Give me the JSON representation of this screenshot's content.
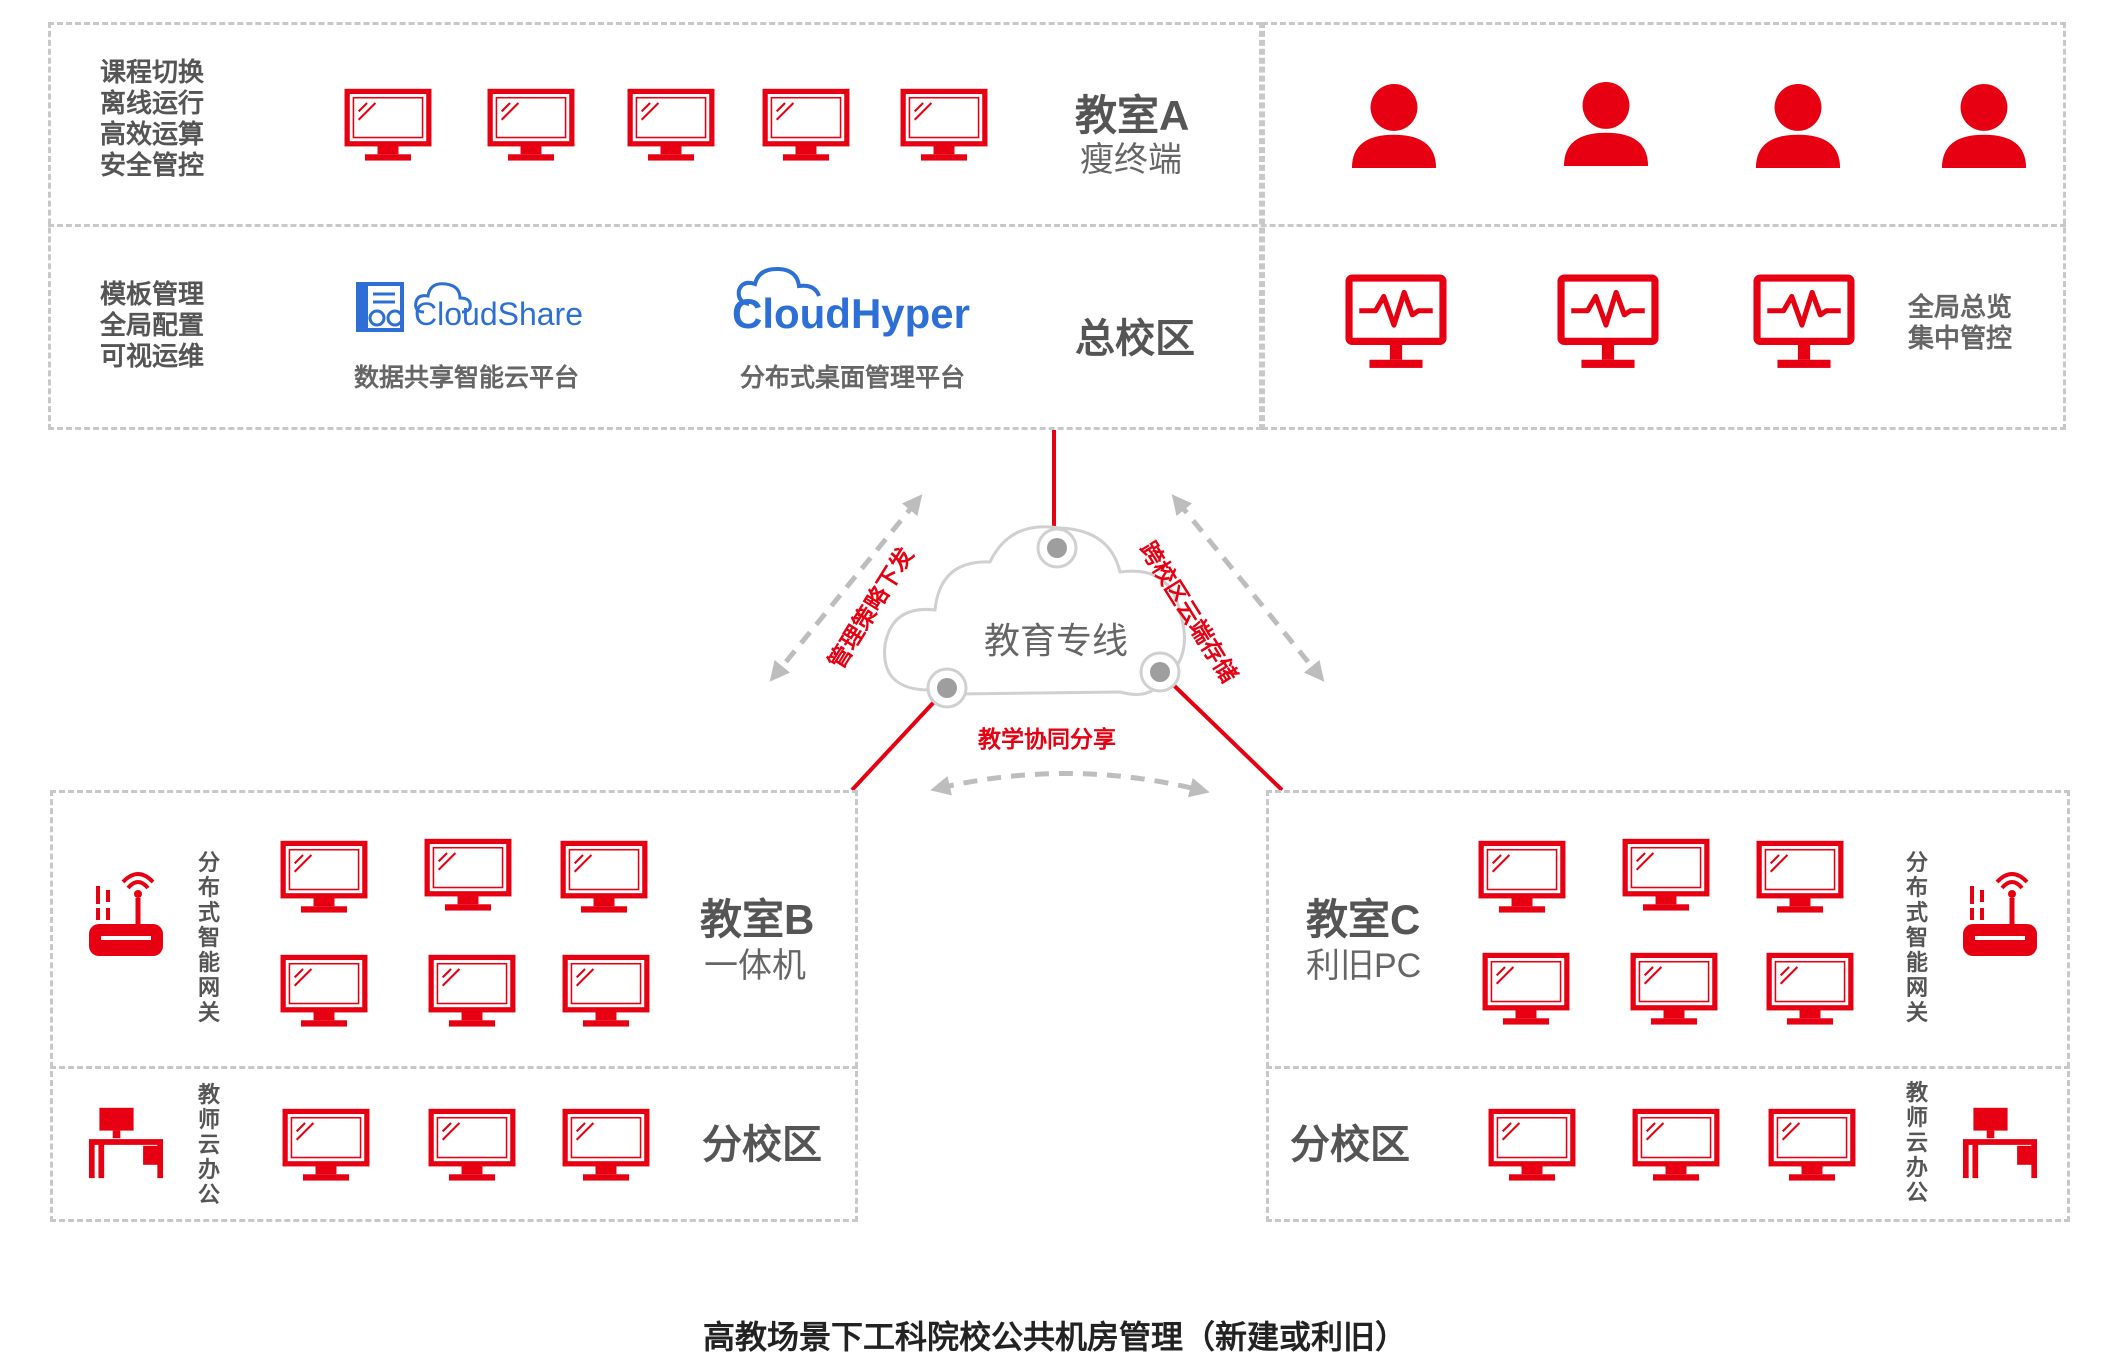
{
  "colors": {
    "accent": "#e60012",
    "dashed": "#c8c8c8",
    "brand_blue": "#2e6fd6",
    "text": "#555555"
  },
  "main_campus": {
    "features_top": [
      "课程切换",
      "离线运行",
      "高效运算",
      "安全管控"
    ],
    "features_bottom": [
      "模板管理",
      "全局配置",
      "可视运维"
    ],
    "room_a_title": "教室A",
    "room_a_sub": "瘦终端",
    "zone_label": "总校区",
    "cloudshare_logo": "CloudShare",
    "cloudshare_caption": "数据共享智能云平台",
    "cloudhyper_logo": "CloudHyper",
    "cloudhyper_caption": "分布式桌面管理平台",
    "monitor_caption": [
      "全局总览",
      "集中管控"
    ],
    "user_icon": "user-icon",
    "monitor_icon": "activity-monitor-icon"
  },
  "network": {
    "cloud_label": "教育专线",
    "left_label": "管理策略下发",
    "right_label": "跨校区云端存储",
    "bottom_label": "教学协同分享"
  },
  "branch_b": {
    "room_title": "教室B",
    "room_sub": "一体机",
    "gateway_label": [
      "分",
      "布",
      "式",
      "智",
      "能",
      "网",
      "关"
    ],
    "office_label": [
      "教",
      "师",
      "云",
      "办",
      "公"
    ],
    "zone_label": "分校区"
  },
  "branch_c": {
    "room_title": "教室C",
    "room_sub": "利旧PC",
    "gateway_label": [
      "分",
      "布",
      "式",
      "智",
      "能",
      "网",
      "关"
    ],
    "office_label": [
      "教",
      "师",
      "云",
      "办",
      "公"
    ],
    "zone_label": "分校区"
  },
  "caption": "高教场景下工科院校公共机房管理（新建或利旧）"
}
